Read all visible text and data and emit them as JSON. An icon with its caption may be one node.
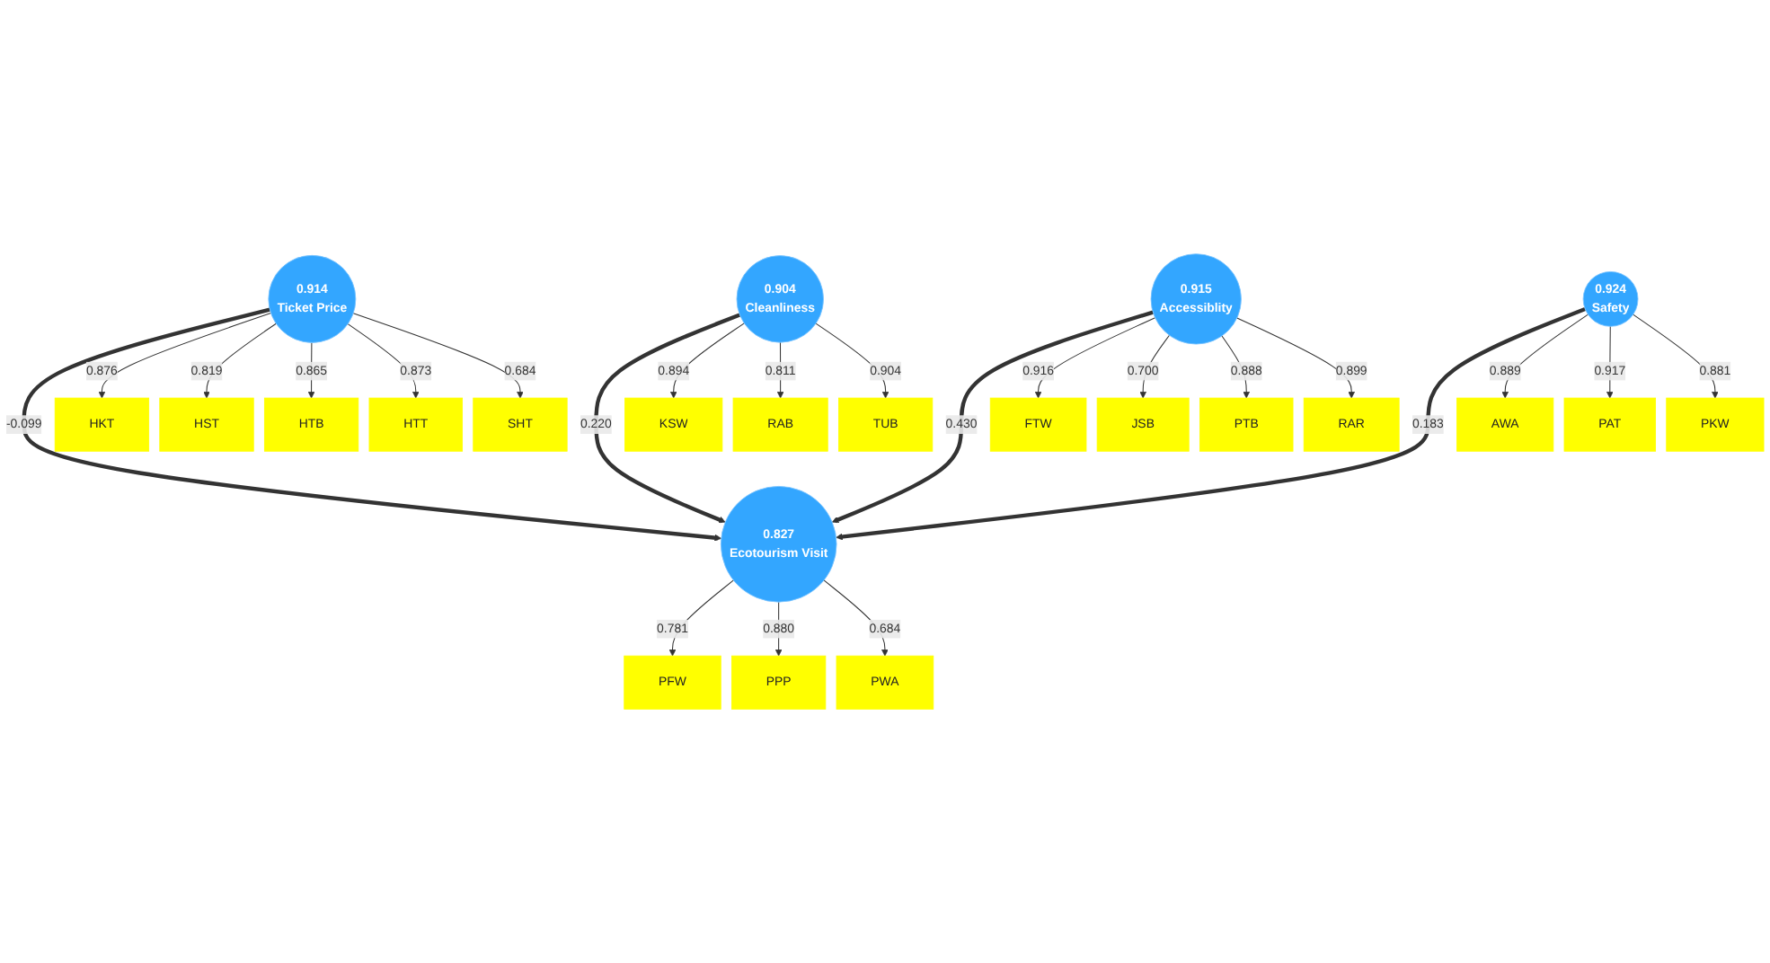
{
  "diagram": {
    "nodes": [
      {
        "text": [
          "PFW"
        ]
      },
      {
        "text": [
          "PPP"
        ]
      },
      {
        "text": [
          "PWA"
        ]
      },
      {
        "text": [
          "HKT"
        ]
      },
      {
        "text": [
          "HST"
        ]
      },
      {
        "text": [
          "HTB"
        ]
      },
      {
        "text": [
          "HTT"
        ]
      },
      {
        "text": [
          "SHT"
        ]
      },
      {
        "text": [
          "0.914",
          "Ticket Price"
        ]
      },
      {
        "text": [
          "0.827",
          "Ecotourism Visit"
        ]
      },
      {
        "text": [
          "0.904",
          "Cleanliness"
        ]
      },
      {
        "text": [
          "KSW"
        ]
      },
      {
        "text": [
          "RAB"
        ]
      },
      {
        "text": [
          "TUB"
        ]
      },
      {
        "text": [
          "FTW"
        ]
      },
      {
        "text": [
          "JSB"
        ]
      },
      {
        "text": [
          "PTB"
        ]
      },
      {
        "text": [
          "RAR"
        ]
      },
      {
        "text": [
          "0.915",
          "Accessiblity"
        ]
      },
      {
        "text": [
          "0.924",
          "Safety"
        ]
      },
      {
        "text": [
          "AWA"
        ]
      },
      {
        "text": [
          "PAT"
        ]
      },
      {
        "text": [
          "PKW"
        ]
      }
    ],
    "edges": [
      {
        "from": 8,
        "to": 9,
        "arrow": "to",
        "label": "-0.099",
        "style": "thick"
      },
      {
        "from": 10,
        "to": 9,
        "arrow": "to",
        "label": "0.220",
        "style": "thick"
      },
      {
        "from": 18,
        "to": 9,
        "arrow": "to",
        "label": "0.430",
        "style": "thick"
      },
      {
        "from": 19,
        "to": 9,
        "arrow": "to",
        "label": "0.183",
        "style": "thick"
      },
      {
        "from": 9,
        "to": 0,
        "arrow": "to",
        "label": "0.781"
      },
      {
        "from": 9,
        "to": 1,
        "arrow": "to",
        "label": "0.880"
      },
      {
        "from": 9,
        "to": 2,
        "arrow": "to",
        "label": "0.684"
      },
      {
        "from": 8,
        "to": 3,
        "arrow": "to",
        "label": "0.876"
      },
      {
        "from": 8,
        "to": 4,
        "arrow": "to",
        "label": "0.819"
      },
      {
        "from": 8,
        "to": 5,
        "arrow": "to",
        "label": "0.865"
      },
      {
        "from": 8,
        "to": 6,
        "arrow": "to",
        "label": "0.873"
      },
      {
        "from": 8,
        "to": 7,
        "arrow": "to",
        "label": "0.684"
      },
      {
        "from": 10,
        "to": 11,
        "arrow": "to",
        "label": "0.894"
      },
      {
        "from": 10,
        "to": 12,
        "arrow": "to",
        "label": "0.811"
      },
      {
        "from": 10,
        "to": 13,
        "arrow": "to",
        "label": "0.904"
      },
      {
        "from": 18,
        "to": 14,
        "arrow": "to",
        "label": "0.916"
      },
      {
        "from": 18,
        "to": 15,
        "arrow": "to",
        "label": "0.700"
      },
      {
        "from": 18,
        "to": 16,
        "arrow": "to",
        "label": "0.888"
      },
      {
        "from": 18,
        "to": 17,
        "arrow": "to",
        "label": "0.899"
      },
      {
        "from": 19,
        "to": 20,
        "arrow": "to",
        "label": "0.889"
      },
      {
        "from": 19,
        "to": 21,
        "arrow": "to",
        "label": "0.917"
      },
      {
        "from": 19,
        "to": 22,
        "arrow": "to",
        "label": "0.881"
      }
    ]
  }
}
